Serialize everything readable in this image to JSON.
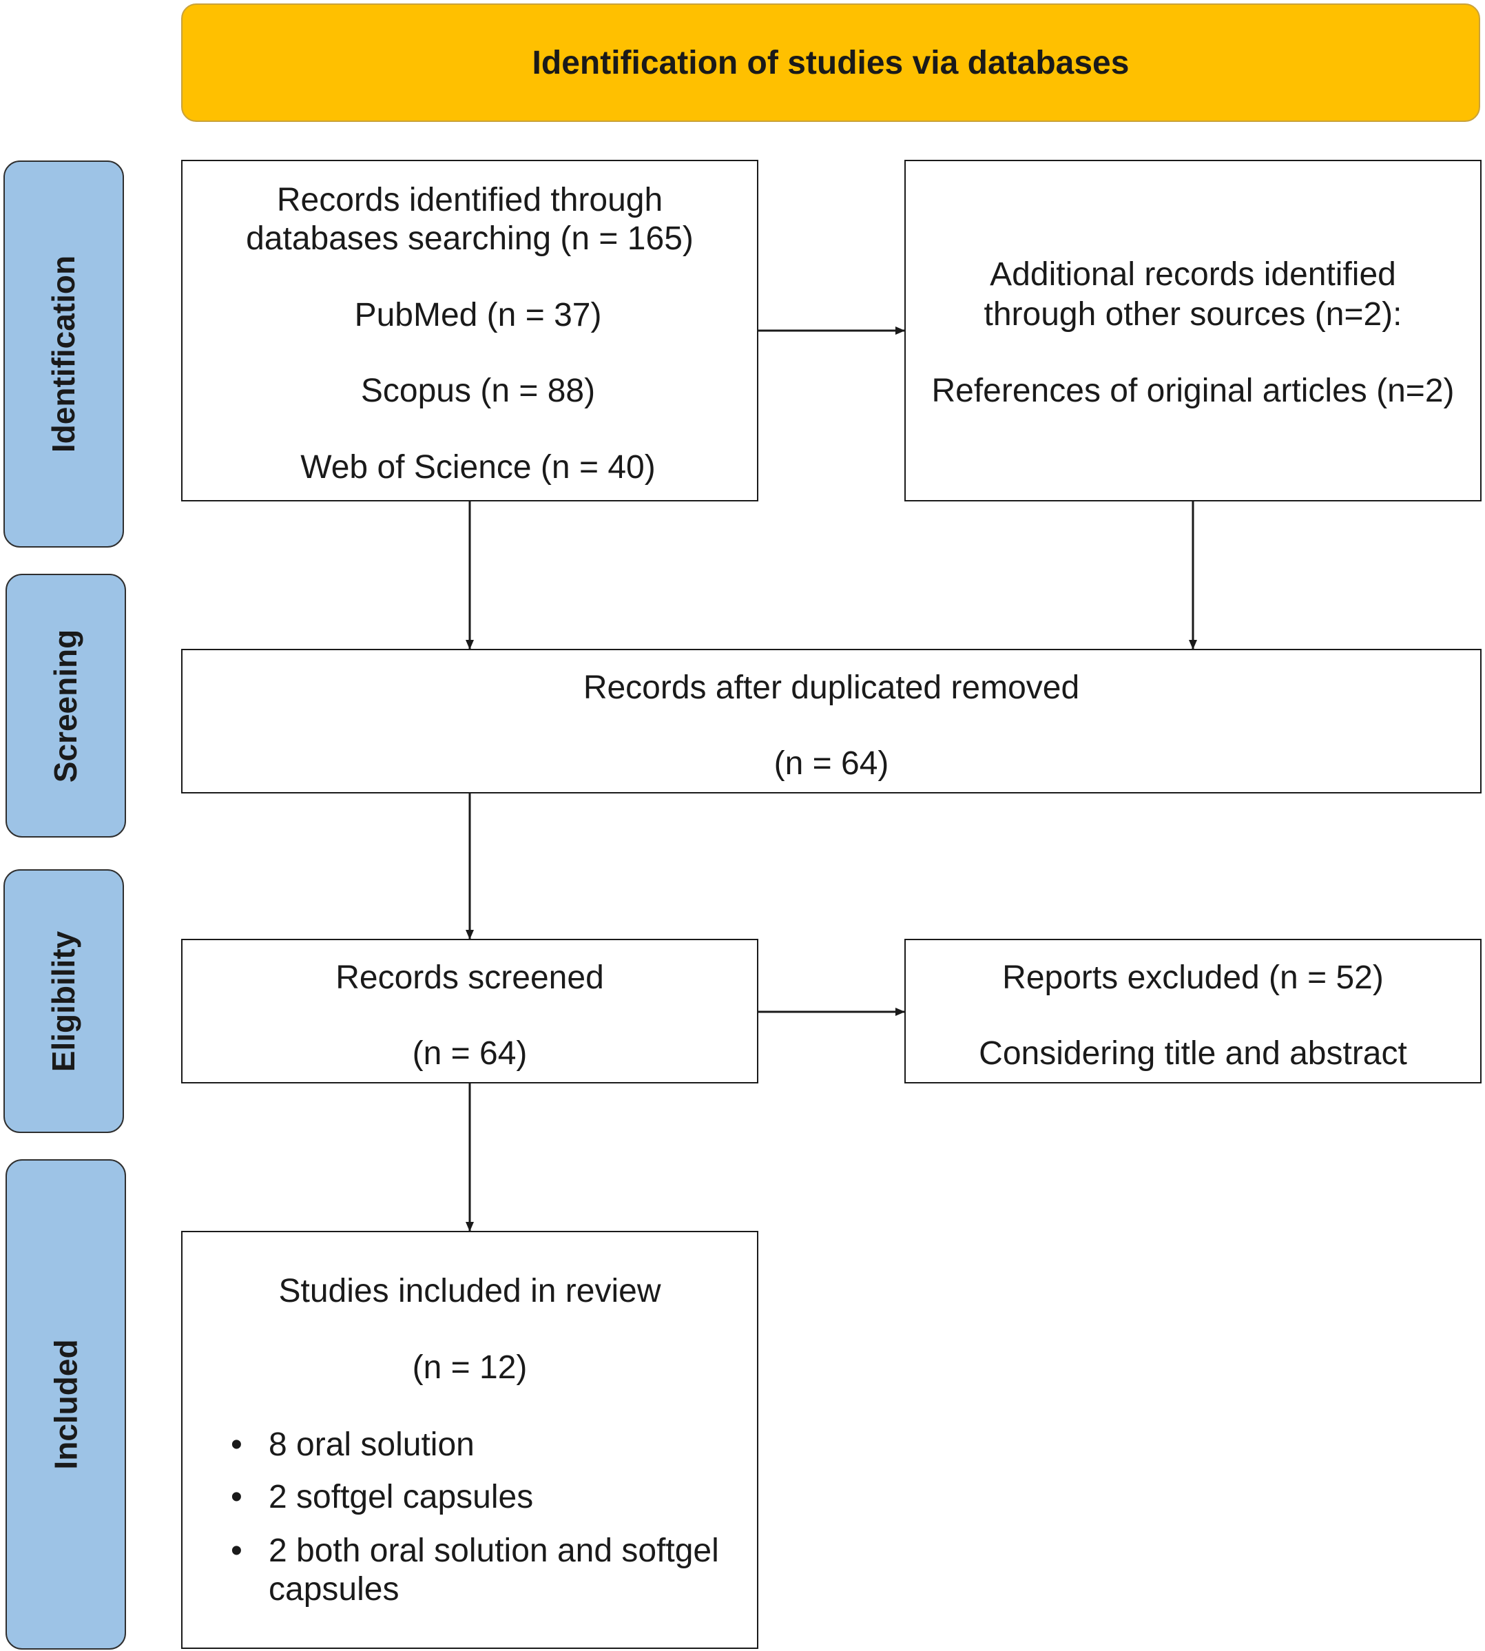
{
  "header": {
    "title": "Identification of studies via databases"
  },
  "phases": {
    "identification": "Identification",
    "screening": "Screening",
    "eligibility": "Eligibility",
    "included": "Included"
  },
  "db_box": {
    "line1": "Records identified through",
    "line2": "databases searching (n = 165)",
    "pubmed": "PubMed (n = 37)",
    "scopus": "Scopus (n = 88)",
    "wos": "Web of Science (n = 40)"
  },
  "other_box": {
    "line1": "Additional records identified",
    "line2": "through other sources (n=2):",
    "line3": "References of original articles (n=2)"
  },
  "dedup_box": {
    "line1": "Records after duplicated removed",
    "line2": "(n = 64)"
  },
  "screened_box": {
    "line1": "Records screened",
    "line2": "(n = 64)"
  },
  "excluded_box": {
    "line1": "Reports excluded (n = 52)",
    "line2": "Considering title and abstract"
  },
  "included_box": {
    "line1": "Studies included in review",
    "line2": "(n = 12)",
    "bullet": "•",
    "items": [
      "8 oral solution",
      "2 softgel capsules",
      "2 both oral solution and softgel",
      "capsules"
    ]
  }
}
